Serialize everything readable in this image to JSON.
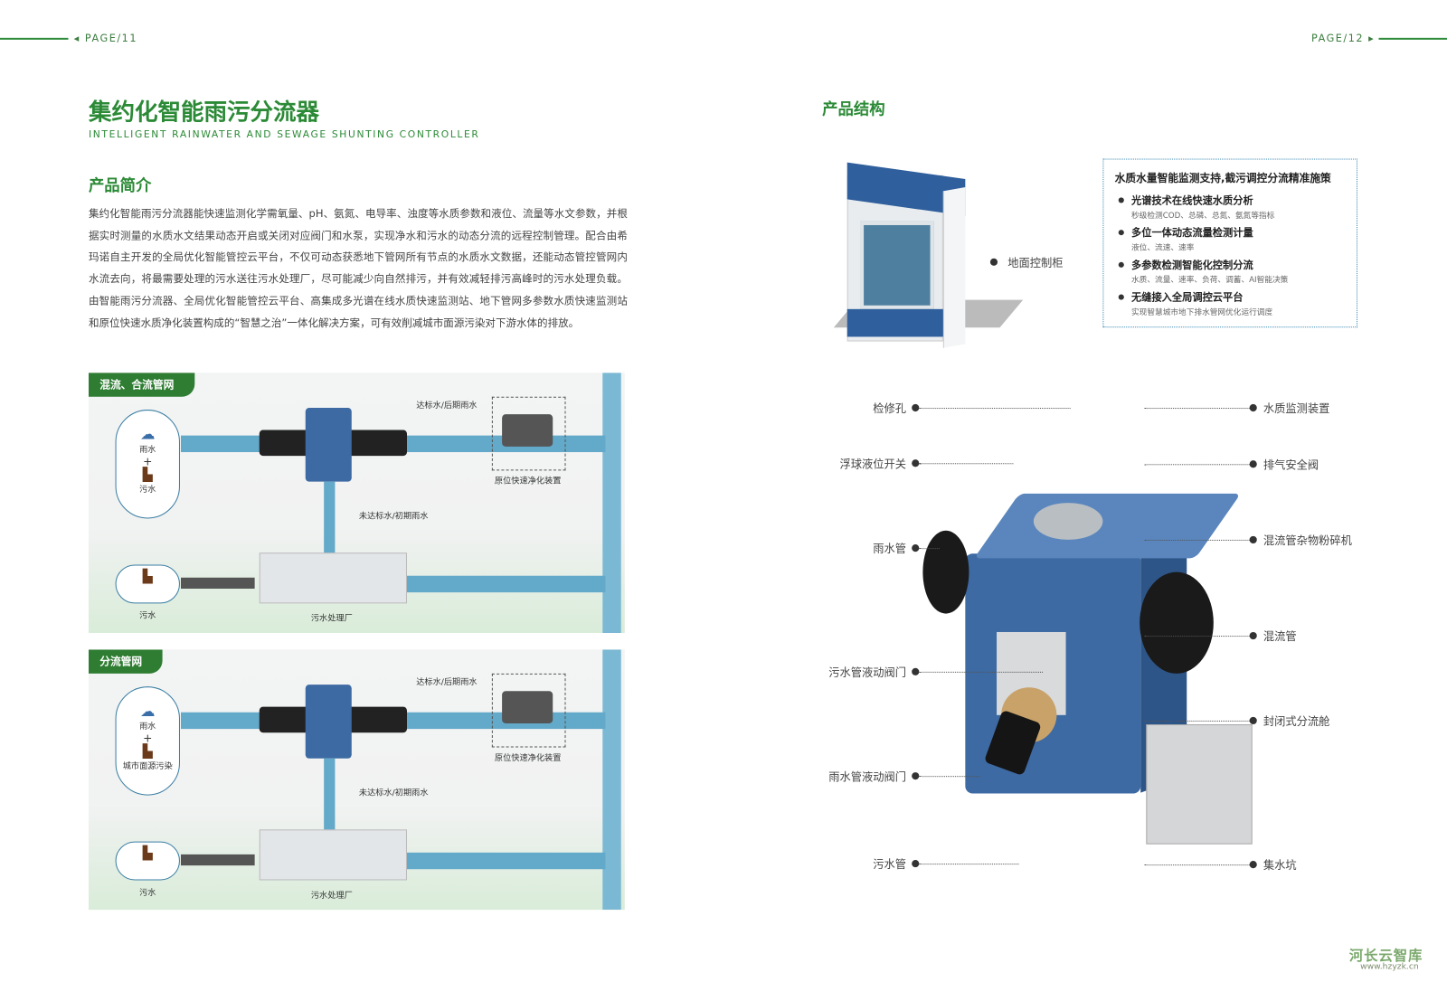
{
  "header": {
    "left_page": "◂ PAGE/11",
    "right_page": "PAGE/12 ▸"
  },
  "left": {
    "title": "集约化智能雨污分流器",
    "subtitle_en": "INTELLIGENT RAINWATER AND SEWAGE SHUNTING CONTROLLER",
    "section": "产品简介",
    "paragraph": "集约化智能雨污分流器能快速监测化学需氧量、pH、氨氮、电导率、浊度等水质参数和液位、流量等水文参数，并根据实时测量的水质水文结果动态开启或关闭对应阀门和水泵，实现净水和污水的动态分流的远程控制管理。配合由希玛诺自主开发的全局优化智能管控云平台，不仅可动态获悉地下管网所有节点的水质水文数据，还能动态管控管网内水流去向，将最需要处理的污水送往污水处理厂，尽可能减少向自然排污，并有效减轻排污高峰时的污水处理负载。由智能雨污分流器、全局优化智能管控云平台、高集成多光谱在线水质快速监测站、地下管网多参数水质快速监测站和原位快速水质净化装置构成的“智慧之治”一体化解决方案，可有效削减城市面源污染对下游水体的排放。",
    "panels": [
      {
        "tag": "混流、合流管网",
        "source_top": "雨水",
        "plus": "+",
        "source_bottom": "污水",
        "clean": "达标水/后期雨水",
        "device": "原位快速净化装置",
        "dirty": "未达标水/初期雨水",
        "sewage": "污水",
        "plant": "污水处理厂"
      },
      {
        "tag": "分流管网",
        "source_top": "雨水",
        "plus": "+",
        "source_bottom": "城市面源污染",
        "clean": "达标水/后期雨水",
        "device": "原位快速净化装置",
        "dirty": "未达标水/初期雨水",
        "sewage": "污水",
        "plant": "污水处理厂"
      }
    ]
  },
  "right": {
    "section": "产品结构",
    "cabinet_label": "地面控制柜",
    "features": {
      "title": "水质水量智能监测支持,截污调控分流精准施策",
      "items": [
        {
          "title": "光谱技术在线快速水质分析",
          "desc": "秒级检测COD、总磷、总氮、氨氮等指标"
        },
        {
          "title": "多位一体动态流量检测计量",
          "desc": "液位、流速、速率"
        },
        {
          "title": "多参数检测智能化控制分流",
          "desc": "水质、流量、速率、负荷、调蓄、AI智能决策"
        },
        {
          "title": "无缝接入全局调控云平台",
          "desc": "实现智慧城市地下排水管网优化运行调度"
        }
      ]
    },
    "left_labels": [
      "检修孔",
      "浮球液位开关",
      "雨水管",
      "污水管液动阀门",
      "雨水管液动阀门",
      "污水管"
    ],
    "right_labels": [
      "水质监测装置",
      "排气安全阀",
      "混流管杂物粉碎机",
      "混流管",
      "封闭式分流舱",
      "集水坑"
    ]
  },
  "watermark": {
    "name": "河长云智库",
    "url": "www.hzyzk.cn"
  },
  "colors": {
    "green": "#2b8a36",
    "blue": "#3a6ea8",
    "water": "#63a9c9"
  }
}
